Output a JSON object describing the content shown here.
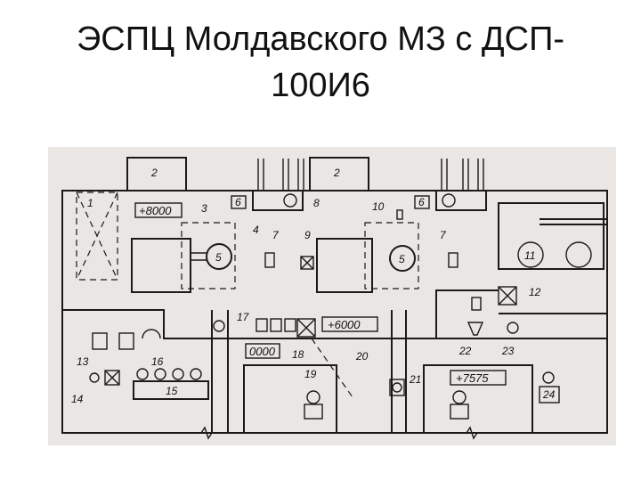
{
  "title": {
    "line1": "ЭСПЦ Молдавского МЗ с ДСП-",
    "line2": "100И6"
  },
  "diagram": {
    "bay_label_left": "2",
    "bay_label_right": "2",
    "elevations": {
      "top_left": "+8000",
      "mid": "+6000",
      "bottom_right": "+7575",
      "bottom_left": "0000"
    },
    "callouts": [
      "1",
      "2",
      "3",
      "4",
      "5",
      "6",
      "7",
      "8",
      "9",
      "10",
      "11",
      "12",
      "13",
      "14",
      "15",
      "16",
      "17",
      "18",
      "19",
      "20",
      "21",
      "22",
      "23",
      "24"
    ]
  }
}
